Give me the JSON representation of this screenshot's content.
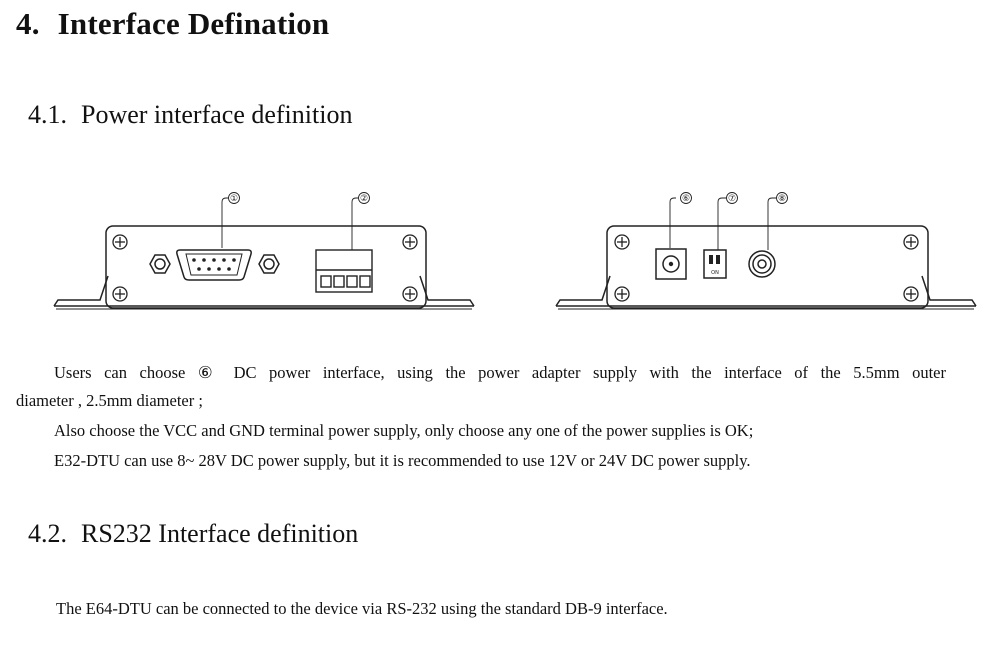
{
  "heading": {
    "number": "4.",
    "text": "Interface Defination"
  },
  "section_power": {
    "number": "4.1.",
    "title": "Power interface definition",
    "diagram": {
      "left_device_callouts": [
        "①",
        "②"
      ],
      "right_device_callouts": [
        "⑥",
        "⑦",
        "⑧"
      ],
      "dip_switch_label": "ON"
    },
    "paragraph_1_line_1": "Users can choose ⑥ DC power interface, using the power adapter supply with the interface of the 5.5mm outer",
    "paragraph_1_line_2": "diameter , 2.5mm diameter ;",
    "paragraph_2": "Also choose the VCC and GND terminal power supply, only choose any one of the power supplies is OK;",
    "paragraph_3": "E32-DTU can use 8~ 28V DC power supply, but it is recommended to use 12V or 24V DC power supply."
  },
  "section_rs232": {
    "number": "4.2.",
    "title": "RS232 Interface definition",
    "paragraph": "The E64-DTU can be connected to the device via RS-232 using the standard DB-9 interface."
  }
}
